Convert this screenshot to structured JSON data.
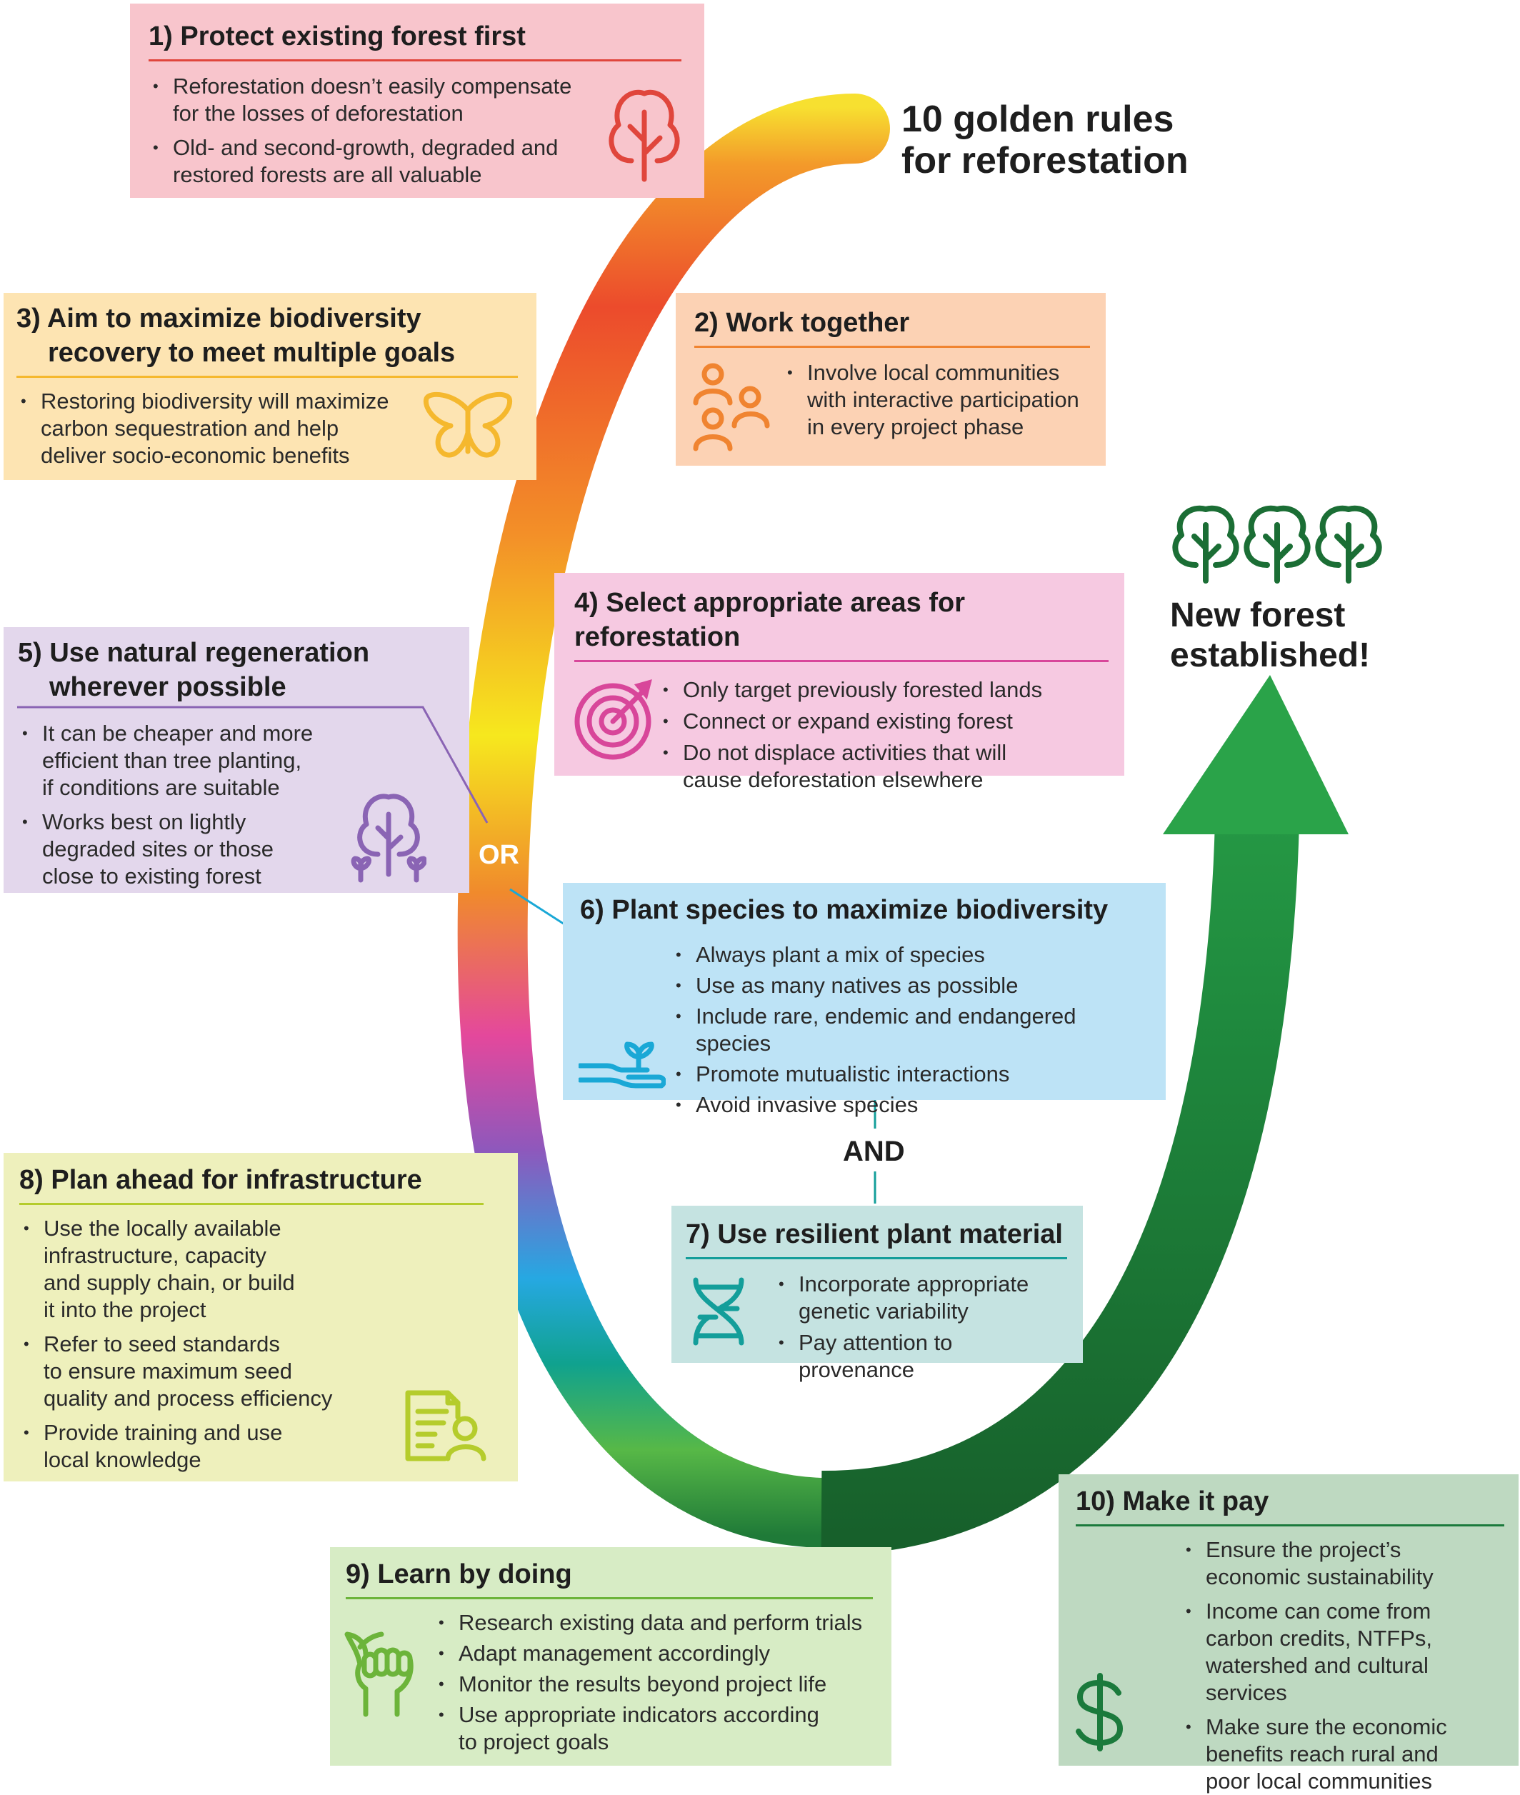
{
  "title": {
    "line1": "10 golden rules",
    "line2": "for reforestation"
  },
  "outcome": {
    "line1": "New forest",
    "line2": "established!"
  },
  "connectors": {
    "or": "OR",
    "and": "AND"
  },
  "rules": {
    "r1": {
      "title": "1) Protect existing forest first",
      "bullets": [
        "Reforestation doesn’t easily compensate\nfor the losses of deforestation",
        "Old- and second-growth, degraded and\nrestored forests are all valuable"
      ],
      "icon": "tree-icon"
    },
    "r2": {
      "title": "2) Work together",
      "bullets": [
        "Involve local communities\nwith interactive participation\nin every project phase"
      ],
      "icon": "people-icon"
    },
    "r3": {
      "title_l1": "3) Aim to maximize biodiversity",
      "title_l2": "recovery to meet multiple goals",
      "bullets": [
        "Restoring biodiversity will maximize\ncarbon sequestration and help\ndeliver socio-economic benefits"
      ],
      "icon": "butterfly-icon"
    },
    "r4": {
      "title": "4) Select appropriate areas for reforestation",
      "bullets": [
        "Only target previously forested lands",
        "Connect or expand existing forest",
        "Do not displace activities that will\ncause deforestation elsewhere"
      ],
      "icon": "target-icon"
    },
    "r5": {
      "title_l1": "5) Use natural regeneration",
      "title_l2": "wherever possible",
      "bullets": [
        "It can be cheaper and more\nefficient than tree planting,\nif conditions are suitable",
        "Works best on lightly\ndegraded sites or those\nclose to existing forest"
      ],
      "icon": "seedlings-icon"
    },
    "r6": {
      "title": "6) Plant species to maximize biodiversity",
      "bullets": [
        "Always plant a mix of species",
        "Use as many natives as possible",
        "Include rare, endemic and endangered species",
        "Promote mutualistic interactions",
        "Avoid invasive species"
      ],
      "icon": "hand-plant-icon"
    },
    "r7": {
      "title": "7) Use resilient plant material",
      "bullets": [
        "Incorporate appropriate\ngenetic variability",
        "Pay attention to provenance"
      ],
      "icon": "dna-icon"
    },
    "r8": {
      "title": "8) Plan ahead for infrastructure",
      "bullets": [
        "Use the locally available\ninfrastructure, capacity\nand supply chain, or build\nit into the project",
        "Refer to seed standards\nto ensure maximum seed\nquality and process efficiency",
        "Provide training and use\nlocal knowledge"
      ],
      "icon": "document-person-icon"
    },
    "r9": {
      "title": "9) Learn by doing",
      "bullets": [
        "Research existing data and perform trials",
        "Adapt management accordingly",
        "Monitor the results beyond project life",
        "Use appropriate indicators according\nto project goals"
      ],
      "icon": "fist-leaf-icon"
    },
    "r10": {
      "title": "10) Make it pay",
      "bullets": [
        "Ensure the project’s\neconomic sustainability",
        "Income can come from\ncarbon credits, NTFPs,\nwatershed and cultural services",
        "Make sure the economic\nbenefits reach rural and\npoor local communities"
      ],
      "icon": "dollar-icon"
    }
  },
  "colors": {
    "r1_bg": "#f8c5cc",
    "r1_line": "#e0463c",
    "r2_bg": "#fcd2b4",
    "r2_line": "#f08430",
    "r3_bg": "#fde4b2",
    "r3_line": "#f5b82e",
    "r4_bg": "#f6c9e1",
    "r4_line": "#d8469a",
    "r5_bg": "#e3d7ec",
    "r5_line": "#8a64b4",
    "r6_bg": "#bde3f6",
    "r6_line": "#1aa8d6",
    "r7_bg": "#c5e3e1",
    "r7_line": "#139e9a",
    "r8_bg": "#eef0bc",
    "r8_line": "#b5cc2c",
    "r9_bg": "#d7ecc5",
    "r9_line": "#6cb43a",
    "r10_bg": "#bed9c1",
    "r10_line": "#1b7a3c",
    "green_arrow": "#1a7b3a"
  }
}
